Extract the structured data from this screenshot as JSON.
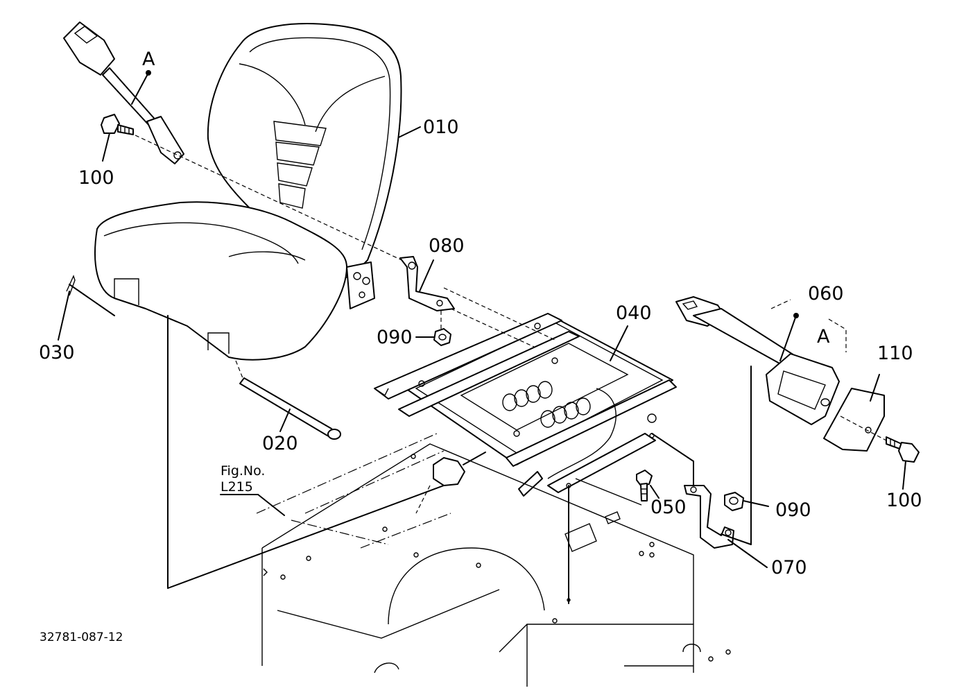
{
  "labels": {
    "p010": "010",
    "p020": "020",
    "p030": "030",
    "p040": "040",
    "p050": "050",
    "p060": "060",
    "p070": "070",
    "p080": "080",
    "p090_left": "090",
    "p090_right": "090",
    "p100_left": "100",
    "p100_right": "100",
    "p110": "110",
    "ref_a_top": "A",
    "ref_a_right": "A",
    "fig_ref_line1": "Fig.No.",
    "fig_ref_line2": "L215",
    "drawing_code": "32781-087-12"
  }
}
